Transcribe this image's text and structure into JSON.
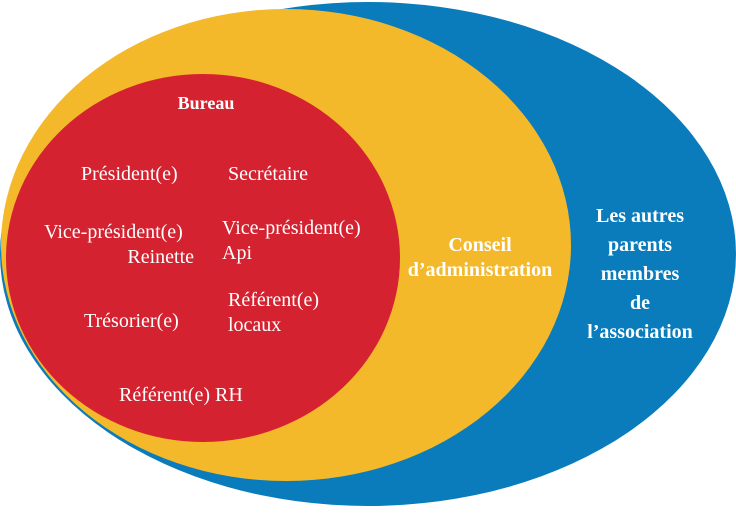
{
  "colors": {
    "outer": "#0a7bbb",
    "middle": "#f4b82b",
    "inner": "#d42230",
    "text": "#ffffff"
  },
  "diagram": {
    "outer_label": [
      "Les  autres",
      "parents",
      "membres",
      "de",
      "l’association"
    ],
    "middle_label": [
      "Conseil",
      "d’administration"
    ],
    "inner_title": "Bureau",
    "roles": {
      "president": "Président(e)",
      "secretaire": "Secrétaire",
      "vice_president_1": [
        "Vice-président(e)",
        "Reinette"
      ],
      "vice_president_2": [
        "Vice-président(e)",
        "Api"
      ],
      "tresorier": "Trésorier(e)",
      "referent_locaux": [
        "Référent(e)",
        "locaux"
      ],
      "referent_rh": "Référent(e) RH"
    }
  }
}
